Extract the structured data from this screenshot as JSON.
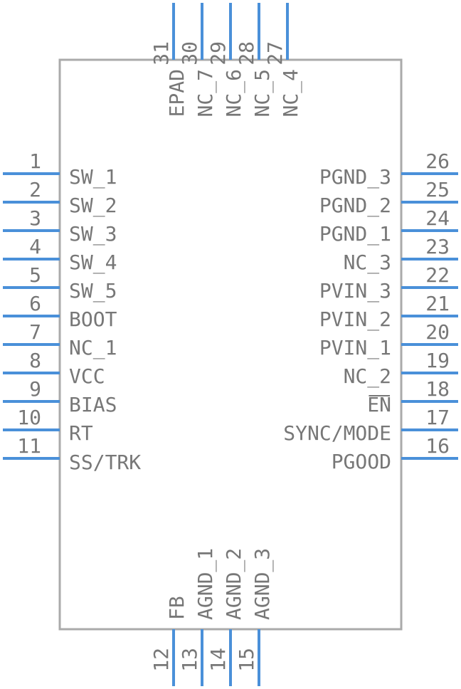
{
  "component": {
    "left_pins": [
      {
        "num": "1",
        "label": "SW_1"
      },
      {
        "num": "2",
        "label": "SW_2"
      },
      {
        "num": "3",
        "label": "SW_3"
      },
      {
        "num": "4",
        "label": "SW_4"
      },
      {
        "num": "5",
        "label": "SW_5"
      },
      {
        "num": "6",
        "label": "BOOT"
      },
      {
        "num": "7",
        "label": "NC_1"
      },
      {
        "num": "8",
        "label": "VCC"
      },
      {
        "num": "9",
        "label": "BIAS"
      },
      {
        "num": "10",
        "label": "RT"
      },
      {
        "num": "11",
        "label": "SS/TRK"
      }
    ],
    "right_pins": [
      {
        "num": "26",
        "label": "PGND_3"
      },
      {
        "num": "25",
        "label": "PGND_2"
      },
      {
        "num": "24",
        "label": "PGND_1"
      },
      {
        "num": "23",
        "label": "NC_3"
      },
      {
        "num": "22",
        "label": "PVIN_3"
      },
      {
        "num": "21",
        "label": "PVIN_2"
      },
      {
        "num": "20",
        "label": "PVIN_1"
      },
      {
        "num": "19",
        "label": "NC_2"
      },
      {
        "num": "18",
        "label": "EN",
        "overbar": true
      },
      {
        "num": "17",
        "label": "SYNC/MODE"
      },
      {
        "num": "16",
        "label": "PGOOD"
      }
    ],
    "top_pins": [
      {
        "num": "31",
        "label": "EPAD"
      },
      {
        "num": "30",
        "label": "NC_7"
      },
      {
        "num": "29",
        "label": "NC_6"
      },
      {
        "num": "28",
        "label": "NC_5"
      },
      {
        "num": "27",
        "label": "NC_4"
      }
    ],
    "bottom_pins": [
      {
        "num": "12",
        "label": "FB"
      },
      {
        "num": "13",
        "label": "AGND_1"
      },
      {
        "num": "14",
        "label": "AGND_2"
      },
      {
        "num": "15",
        "label": "AGND_3"
      }
    ],
    "colors": {
      "pin": "#4a90d9",
      "text": "#777777",
      "outline": "#aaaaaa"
    }
  }
}
